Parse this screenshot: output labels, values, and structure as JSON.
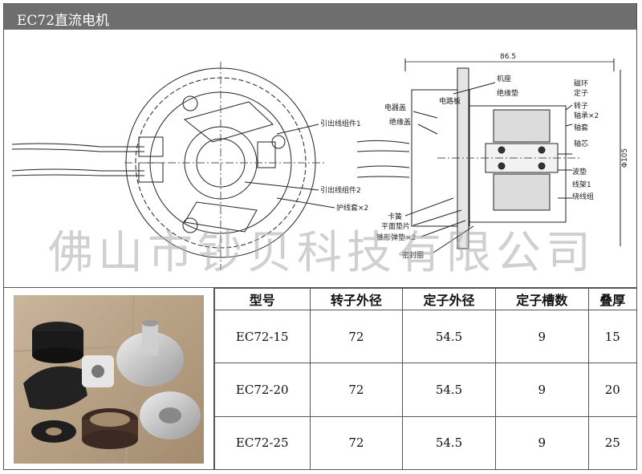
{
  "title": "EC72直流电机",
  "watermark": "佛山市钞贝科技有限公司",
  "drawing": {
    "dimension_top": "86.5",
    "dimension_side": "Φ105",
    "labels_left": [
      "引出线组件1",
      "引出线组件2",
      "护线套×2"
    ],
    "labels_mid": [
      "电路板",
      "机座",
      "绝缘垫",
      "电器盖",
      "绝缘盖"
    ],
    "labels_right": [
      "磁环",
      "定子",
      "转子",
      "轴承×2",
      "轴套",
      "轴芯",
      "波垫",
      "线架1",
      "绕线组"
    ],
    "labels_bottom": [
      "卡簧",
      "平面垫片",
      "锥形弹垫×2",
      "密封圈"
    ]
  },
  "table": {
    "headers": [
      "型号",
      "转子外径",
      "定子外径",
      "定子槽数",
      "叠厚"
    ],
    "rows": [
      [
        "EC72-15",
        "72",
        "54.5",
        "9",
        "15"
      ],
      [
        "EC72-20",
        "72",
        "54.5",
        "9",
        "20"
      ],
      [
        "EC72-25",
        "72",
        "54.5",
        "9",
        "25"
      ]
    ]
  }
}
